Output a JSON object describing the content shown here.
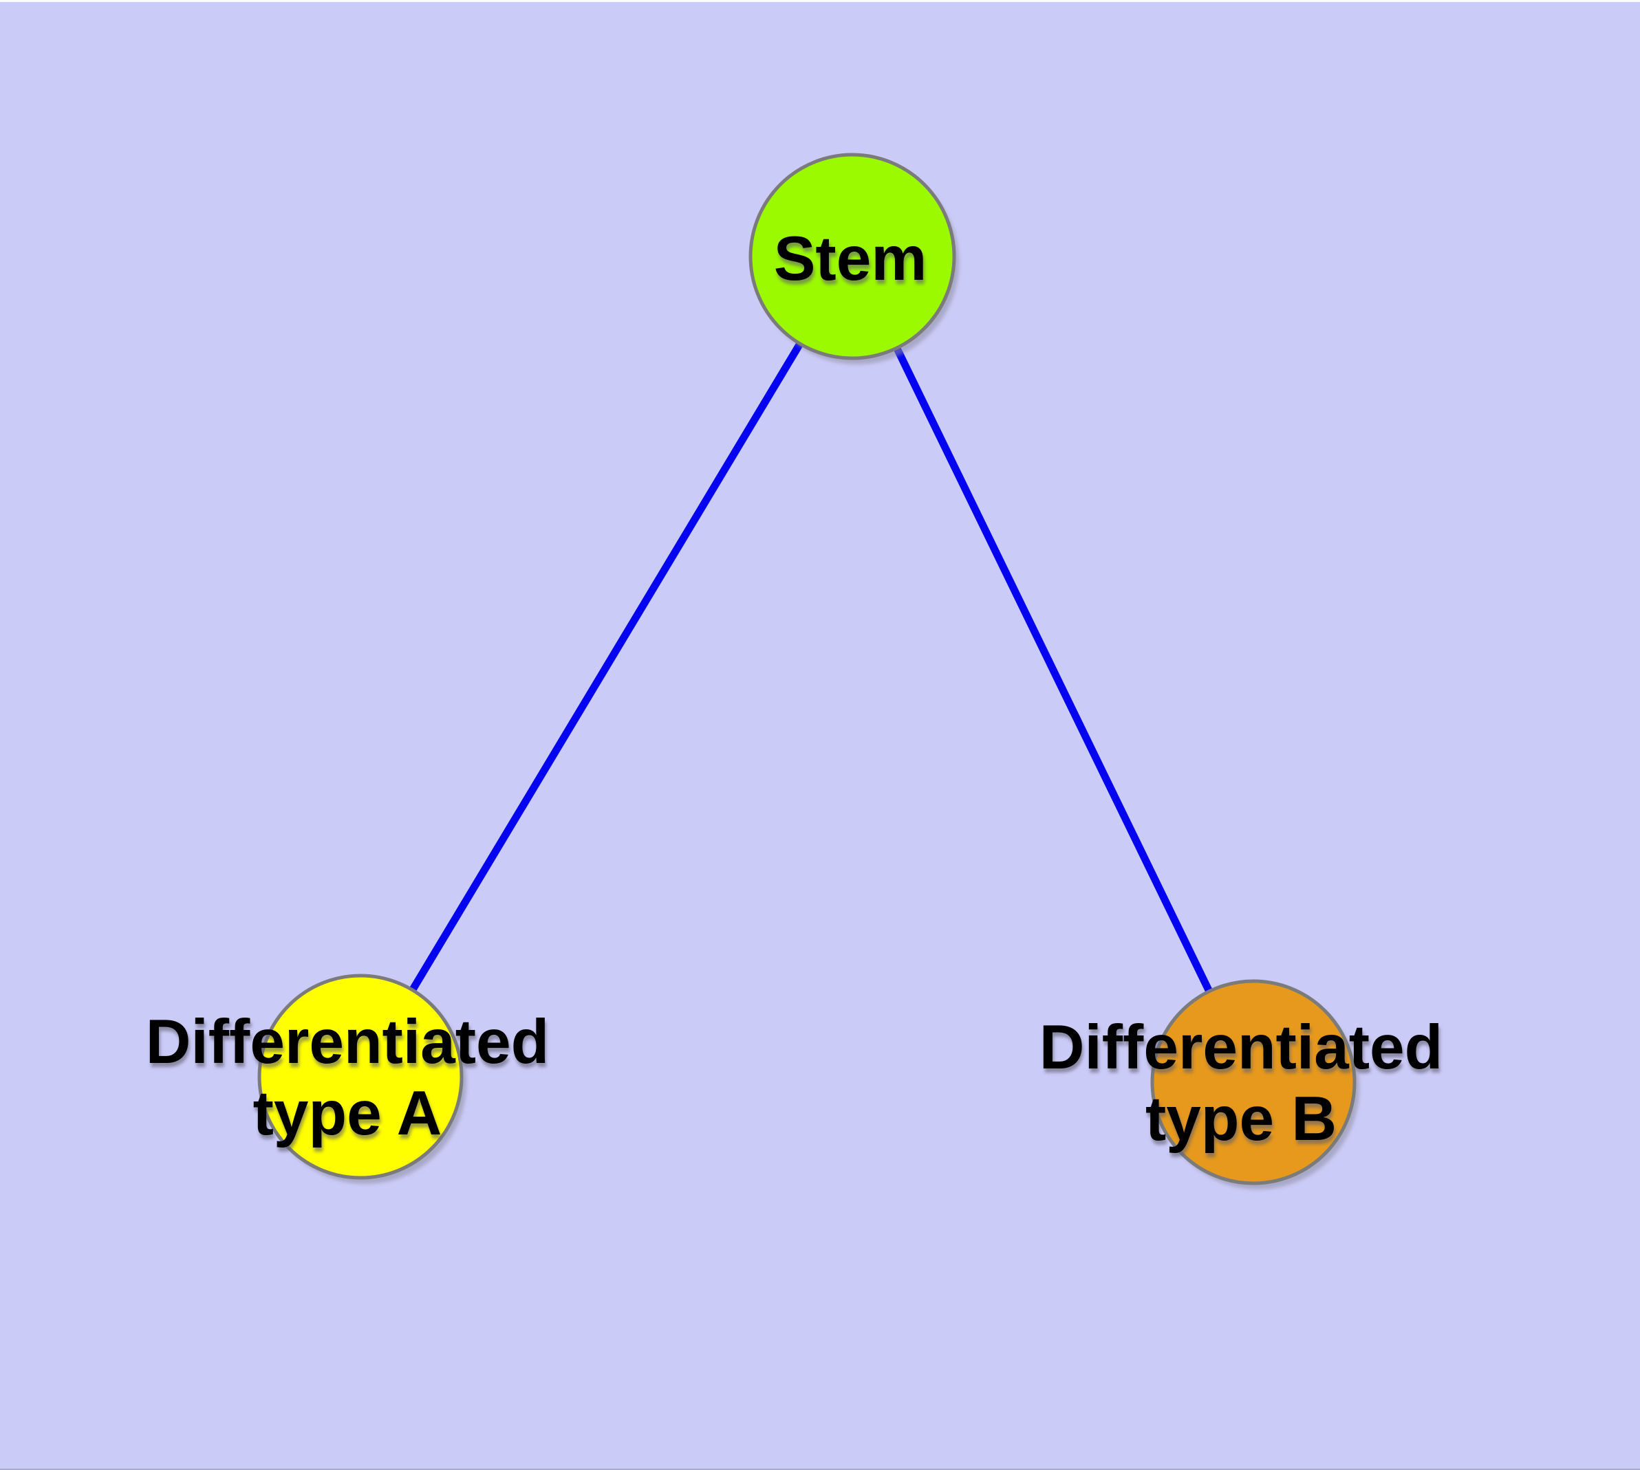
{
  "diagram": {
    "background_color": "#CBCBF8",
    "edge_color": "#0404F0",
    "node_border_color": "#7B7B7B",
    "shadow_color": "#8C8C9E",
    "nodes": {
      "stem": {
        "label": "Stem",
        "fill": "#9BFA00"
      },
      "type_a": {
        "label_line1": "Differentiated",
        "label_line2": "type A",
        "fill": "#FFFF00"
      },
      "type_b": {
        "label_line1": "Differentiated",
        "label_line2": "type B",
        "fill": "#E6991C"
      }
    },
    "edges": [
      {
        "from": "Stem",
        "to": "Differentiated type A"
      },
      {
        "from": "Stem",
        "to": "Differentiated type B"
      }
    ]
  }
}
